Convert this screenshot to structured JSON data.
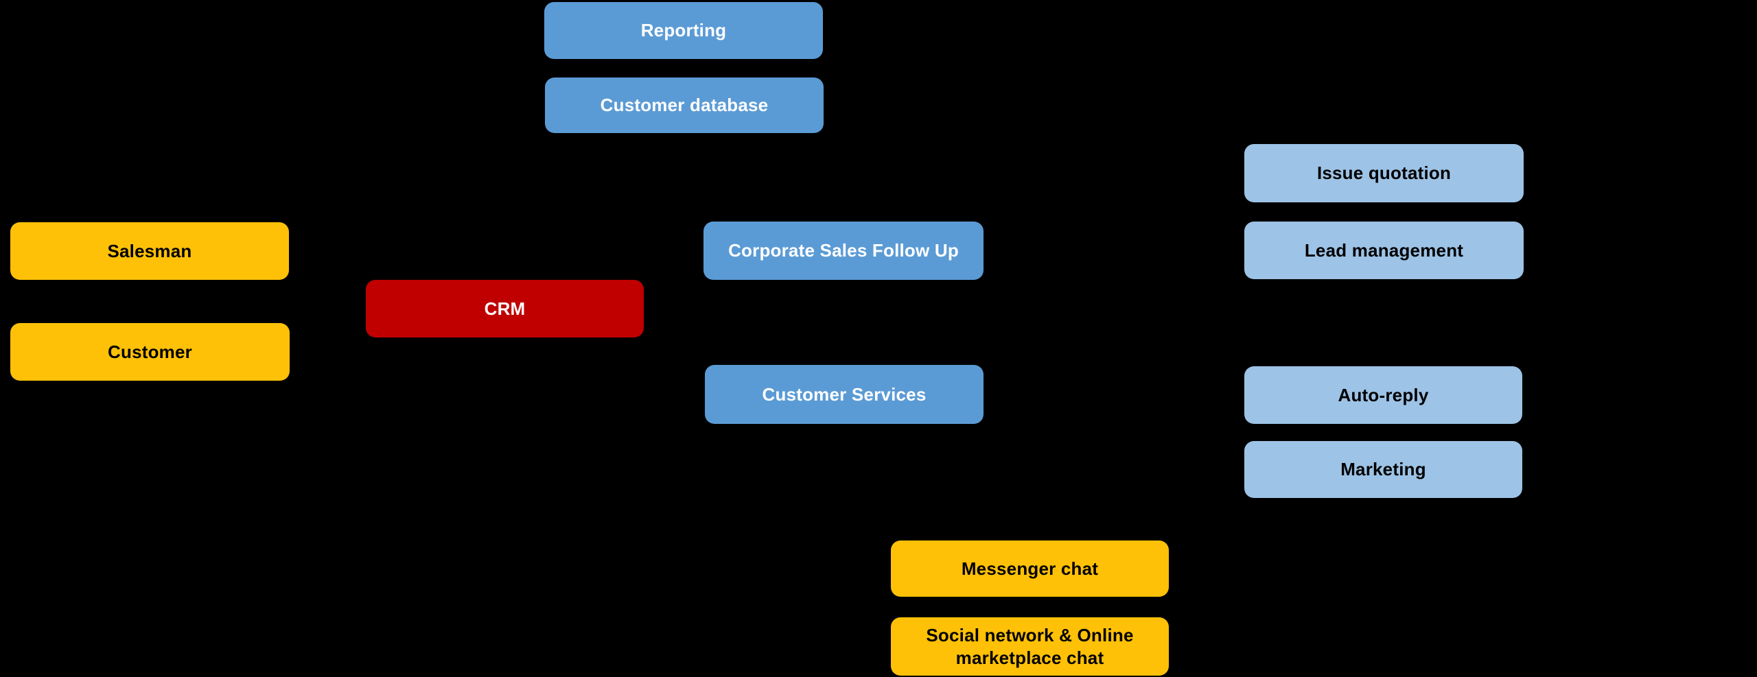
{
  "canvas": {
    "background": "#000000"
  },
  "palette": {
    "medium_blue": "#5B9BD5",
    "light_blue": "#9DC3E6",
    "yellow": "#FFC107",
    "red": "#C00000",
    "text_light": "#FFFFFF",
    "text_dark": "#000000"
  },
  "nodes": [
    {
      "label": "Reporting",
      "fill": "#5B9BD5",
      "text": "#FFFFFF"
    },
    {
      "label": "Customer database",
      "fill": "#5B9BD5",
      "text": "#FFFFFF"
    },
    {
      "label": "Issue quotation",
      "fill": "#9DC3E6",
      "text": "#000000"
    },
    {
      "label": "Salesman",
      "fill": "#FFC107",
      "text": "#000000"
    },
    {
      "label": "Lead management",
      "fill": "#9DC3E6",
      "text": "#000000"
    },
    {
      "label": "Corporate Sales Follow Up",
      "fill": "#5B9BD5",
      "text": "#FFFFFF"
    },
    {
      "label": "CRM",
      "fill": "#C00000",
      "text": "#FFFFFF"
    },
    {
      "label": "Customer",
      "fill": "#FFC107",
      "text": "#000000"
    },
    {
      "label": "Customer Services",
      "fill": "#5B9BD5",
      "text": "#FFFFFF"
    },
    {
      "label": "Auto-reply",
      "fill": "#9DC3E6",
      "text": "#000000"
    },
    {
      "label": "Marketing",
      "fill": "#9DC3E6",
      "text": "#000000"
    },
    {
      "label": "Messenger chat",
      "fill": "#FFC107",
      "text": "#000000"
    },
    {
      "label": "Social network & Online marketplace chat",
      "fill": "#FFC107",
      "text": "#000000"
    }
  ]
}
